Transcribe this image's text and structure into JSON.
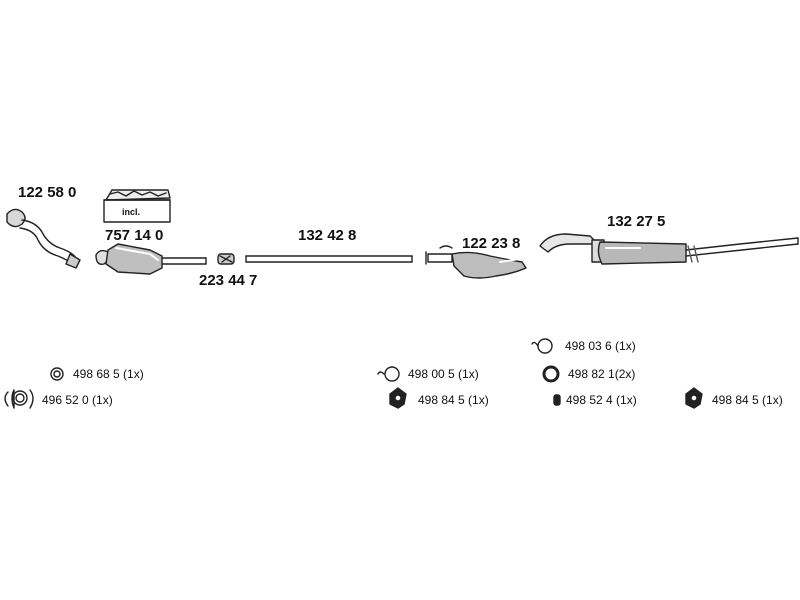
{
  "parts": {
    "front_pipe": "122 58 0",
    "catalytic_converter": "757 14 0",
    "kit_incl": "incl.",
    "connector": "223 44 7",
    "middle_pipe": "132 42 8",
    "center_silencer": "122 23 8",
    "rear_silencer": "132 27 5"
  },
  "accessories": {
    "ring_a": "498 68 5 (1x)",
    "clamp": "496 52 0  (1x)",
    "ring_b": "498 00 5 (1x)",
    "hanger_a": "498 84 5 (1x)",
    "ring_c": "498 03 6 (1x)",
    "ring_d": "498 82 1(2x)",
    "rubber": "498 52 4 (1x)",
    "hanger_b": "498 84 5 (1x)"
  }
}
